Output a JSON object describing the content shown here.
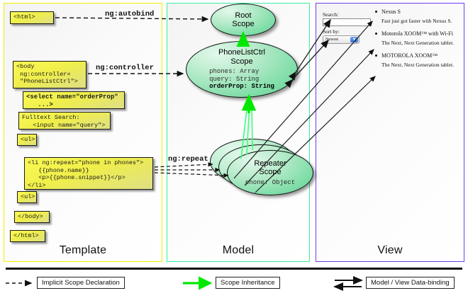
{
  "panels": {
    "template": {
      "label": "Template",
      "accent": "#f2f000"
    },
    "model": {
      "label": "Model",
      "accent": "#38efa2"
    },
    "view": {
      "label": "View",
      "accent": "#6b3ff0"
    }
  },
  "template_code": [
    {
      "id": "html-open",
      "text": "<html>"
    },
    {
      "id": "body-open",
      "text": "<body\n ng:controller=\n \"PhoneListCtrl\">"
    },
    {
      "id": "select",
      "text": "<select name=\"orderProp\"\n   ...>"
    },
    {
      "id": "fulltext",
      "text": "Fulltext Search:\n   <input name=\"query\">"
    },
    {
      "id": "ul-open",
      "text": "<ul>"
    },
    {
      "id": "li-repeat",
      "text": "<li ng:repeat=\"phone in phones\">\n   {{phone.name}}\n   <p>{{phone.snippet}}</p>\n</li>"
    },
    {
      "id": "ul-close",
      "text": "<ul>"
    },
    {
      "id": "body-close",
      "text": "</body>"
    },
    {
      "id": "html-close",
      "text": "</html>"
    }
  ],
  "connectors": {
    "autobind": "ng:autobind",
    "controller": "ng:controller",
    "repeat": "ng:repeat"
  },
  "scopes": [
    {
      "id": "root",
      "title": "Root\nScope",
      "title_lines": [
        "Root",
        "Scope"
      ],
      "props": []
    },
    {
      "id": "ctrl",
      "title": "PhoneListCtrl Scope",
      "title_lines": [
        "PhoneListCtrl",
        "Scope"
      ],
      "props": [
        {
          "text": "phones: Array",
          "bold": false
        },
        {
          "text": "query: String",
          "bold": false
        },
        {
          "text": "orderProp: String",
          "bold": true
        }
      ]
    },
    {
      "id": "repeater",
      "title": "Repeater Scope",
      "title_lines": [
        "Repeater",
        "Scope"
      ],
      "props": [
        {
          "text": "phone: Object",
          "bold": false
        }
      ]
    }
  ],
  "view": {
    "search_label": "Search:",
    "search_value": "",
    "sort_label": "Sort by:",
    "sort_selected": "Newest",
    "sort_options": [
      "Newest"
    ],
    "phones": [
      {
        "name": "Nexus S",
        "snippet": "Fast just got faster with Nexus S."
      },
      {
        "name": "Motorola XOOM™  with Wi-Fi",
        "snippet": "The Next, Next Generation tablet."
      },
      {
        "name": "MOTOROLA XOOM™",
        "snippet": "The Next, Next Generation tablet."
      }
    ]
  },
  "legend": [
    {
      "id": "implicit",
      "label": "Implicit Scope Declaration",
      "style": "dashed-arrow",
      "color": "#111111"
    },
    {
      "id": "inheritance",
      "label": "Scope Inheritance",
      "style": "solid-arrow",
      "color": "#00e800"
    },
    {
      "id": "databinding",
      "label": "Model / View Data-binding",
      "style": "double-arrow",
      "color": "#111111"
    }
  ]
}
